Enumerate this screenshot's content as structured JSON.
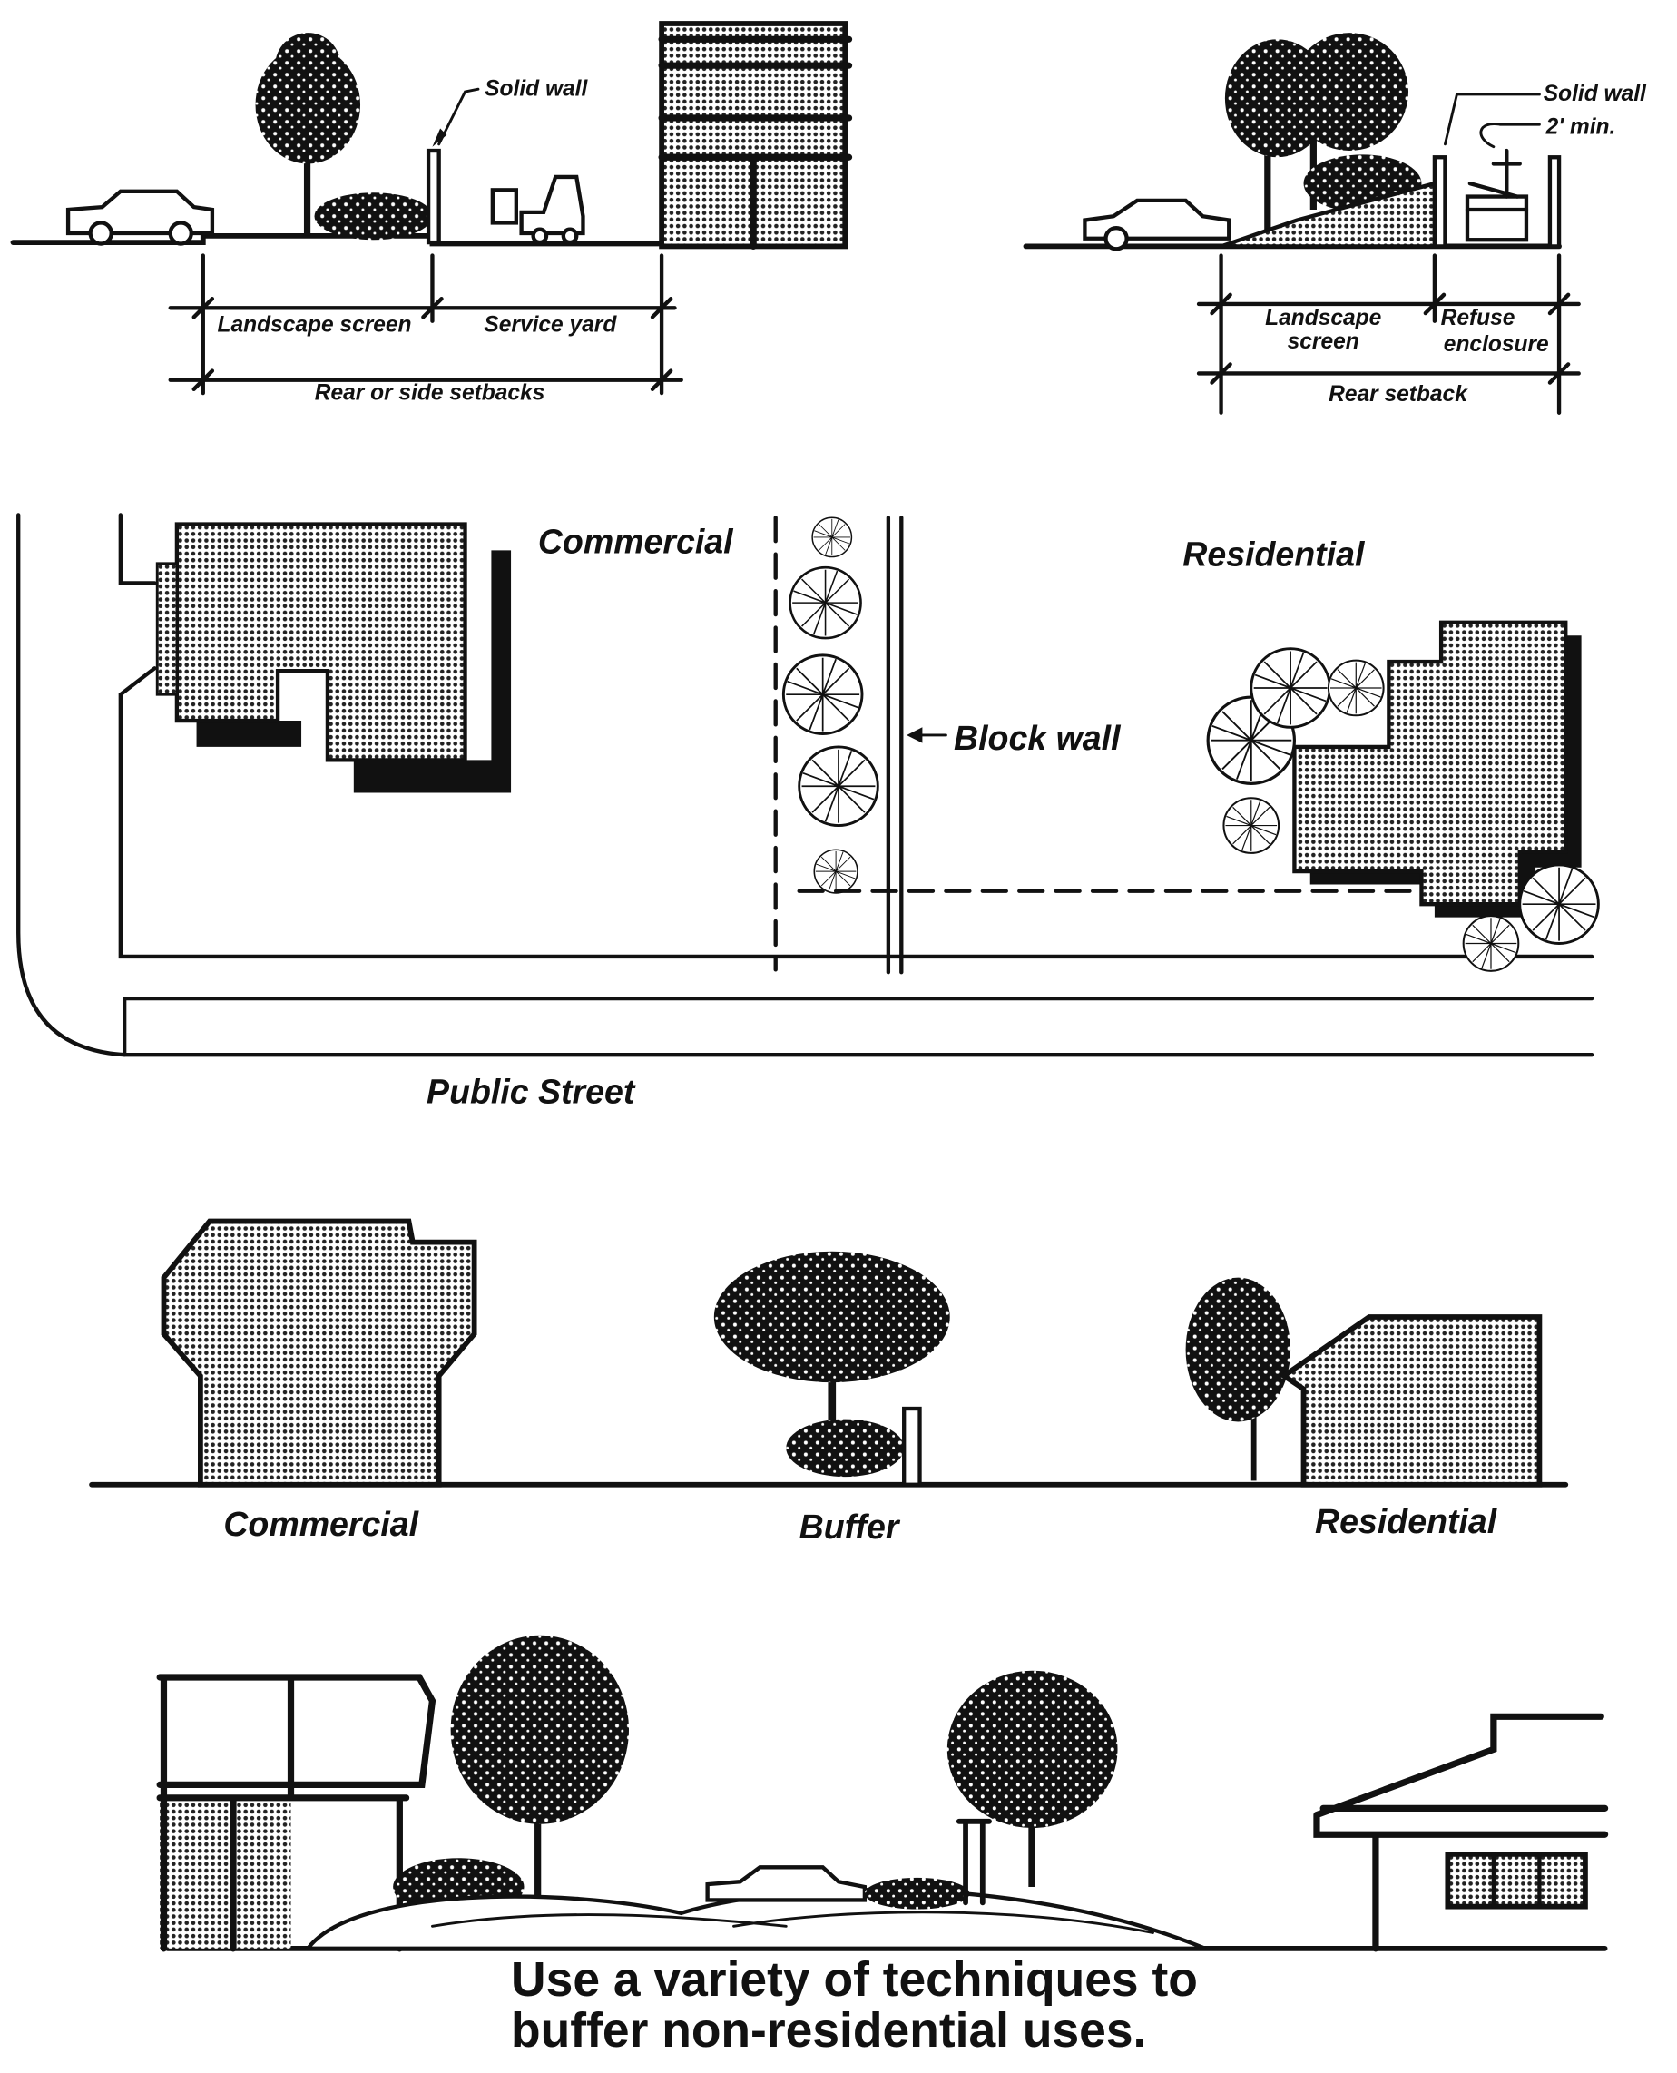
{
  "panels": {
    "section_service_yard": {
      "callout": "Solid wall",
      "dim_landscape": "Landscape screen",
      "dim_service": "Service yard",
      "dim_total": "Rear or side setbacks"
    },
    "section_refuse": {
      "callout_wall": "Solid wall",
      "callout_min": "2' min.",
      "dim_landscape_1": "Landscape",
      "dim_landscape_2": "screen",
      "dim_refuse_1": "Refuse",
      "dim_refuse_2": "enclosure",
      "dim_total": "Rear setback"
    },
    "plan": {
      "commercial": "Commercial",
      "residential": "Residential",
      "block_wall": "Block wall",
      "street": "Public Street"
    },
    "elevation": {
      "commercial": "Commercial",
      "buffer": "Buffer",
      "residential": "Residential"
    }
  },
  "caption": {
    "line1": "Use a variety of techniques to",
    "line2": "buffer non-residential uses."
  },
  "colors": {
    "ink": "#111111",
    "paper": "#ffffff"
  }
}
